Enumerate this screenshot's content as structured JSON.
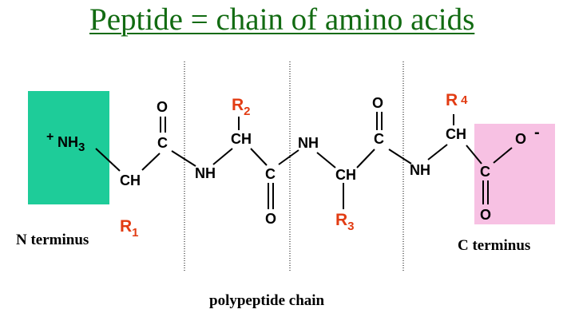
{
  "title": "Peptide = chain of amino acids",
  "colors": {
    "title": "#126b12",
    "r_group": "#e23c13",
    "n_box": "#1ecc99",
    "c_box": "#f7c1e3"
  },
  "atoms": {
    "nh3_plus": "+",
    "nh3": "NH",
    "nh3_sub": "3",
    "ch1": "CH",
    "c1": "C",
    "o1": "O",
    "nh1": "NH",
    "ch2": "CH",
    "c2": "C",
    "o2": "O",
    "nh2": "NH",
    "ch3": "CH",
    "c3": "C",
    "o3": "O",
    "nh3b": "NH",
    "ch4": "CH",
    "c4": "C",
    "o4": "O",
    "o_minus": "O",
    "minus": "-"
  },
  "r_groups": {
    "r1": "R",
    "r1_sub": "1",
    "r2": "R",
    "r2_sub": "2",
    "r3": "R",
    "r3_sub": "3",
    "r4": "R",
    "r4_sub": "4"
  },
  "labels": {
    "n_terminus": "N terminus",
    "c_terminus": "C terminus",
    "chain": "polypeptide chain"
  }
}
